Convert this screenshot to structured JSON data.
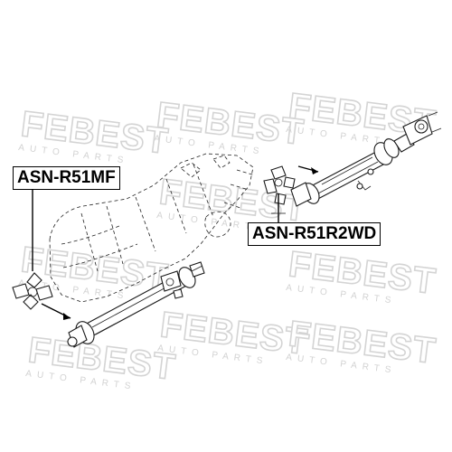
{
  "watermark": {
    "brand": "FEBEST",
    "tagline": "AUTO PARTS"
  },
  "parts": [
    {
      "label": "ASN-R51MF"
    },
    {
      "label": "ASN-R51R2WD"
    }
  ],
  "colors": {
    "watermark": "#d4d4d4",
    "drawing": "#1a1a1a",
    "label_border": "#000000"
  }
}
